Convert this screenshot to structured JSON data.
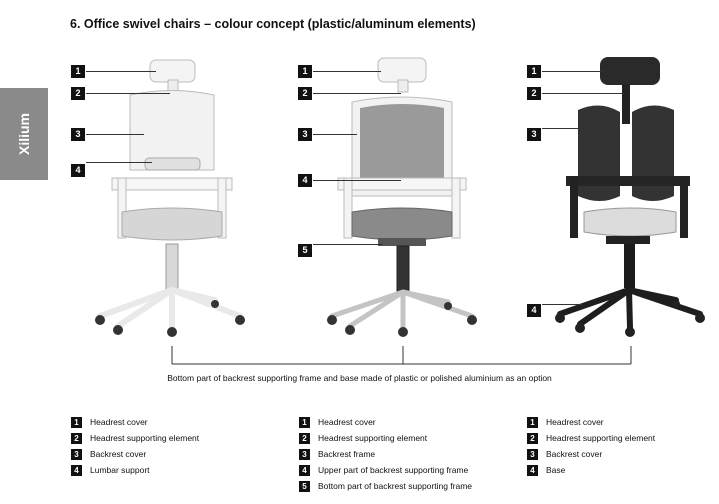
{
  "side_tab": {
    "label": "Xilium"
  },
  "title": "6. Office swivel chairs – colour concept (plastic/aluminum elements)",
  "caption": "Bottom part of backrest supporting frame and base made of plastic or polished aluminium as an option",
  "colors": {
    "white_frame": "#f4f4f4",
    "mesh_light": "#e8e8e8",
    "mesh_grey": "#9a9a9a",
    "black_frame": "#222222",
    "aluminium": "#bfbfbf",
    "tab_grey": "#8a8a8a"
  },
  "chairs": [
    {
      "markers": [
        "1",
        "2",
        "3",
        "4"
      ],
      "legend": [
        {
          "num": "1",
          "label": "Headrest cover"
        },
        {
          "num": "2",
          "label": "Headrest supporting element"
        },
        {
          "num": "3",
          "label": "Backrest cover"
        },
        {
          "num": "4",
          "label": "Lumbar support"
        }
      ]
    },
    {
      "markers": [
        "1",
        "2",
        "3",
        "4",
        "5"
      ],
      "legend": [
        {
          "num": "1",
          "label": "Headrest cover"
        },
        {
          "num": "2",
          "label": "Headrest supporting element"
        },
        {
          "num": "3",
          "label": "Backrest frame"
        },
        {
          "num": "4",
          "label": "Upper part of backrest supporting frame"
        },
        {
          "num": "5",
          "label": "Bottom part of backrest supporting frame"
        }
      ]
    },
    {
      "markers": [
        "1",
        "2",
        "3",
        "4"
      ],
      "legend": [
        {
          "num": "1",
          "label": "Headrest cover"
        },
        {
          "num": "2",
          "label": "Headrest supporting element"
        },
        {
          "num": "3",
          "label": "Backrest cover"
        },
        {
          "num": "4",
          "label": "Base"
        }
      ]
    }
  ]
}
